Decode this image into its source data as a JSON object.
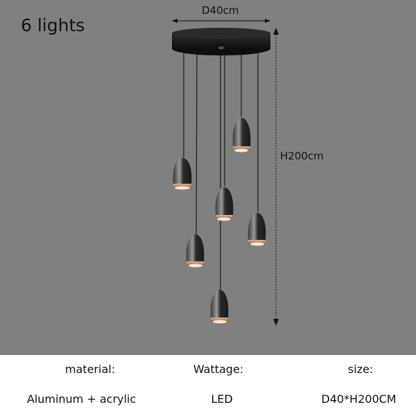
{
  "title": "6 lights",
  "dimensions": {
    "width_label": "D40cm",
    "height_label": "H200cm"
  },
  "specs": {
    "material": {
      "label": "material:",
      "value": "Aluminum + acrylic"
    },
    "wattage": {
      "label": "Wattage:",
      "value": "LED"
    },
    "size": {
      "label": "size:",
      "value": "D40*H200CM"
    }
  },
  "colors": {
    "background": "#808080",
    "canopy": "#1c1c1c",
    "shade": "#2a2a2a",
    "ring": "#c79a7a"
  }
}
